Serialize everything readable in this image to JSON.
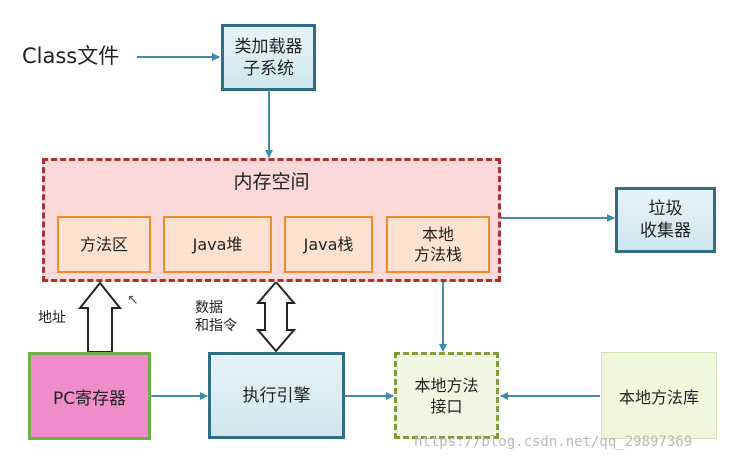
{
  "class_file": "Class文件",
  "class_loader": {
    "line1": "类加载器",
    "line2": "子系统"
  },
  "memory_space": {
    "title": "内存空间",
    "areas": {
      "method_area": "方法区",
      "java_heap": "Java堆",
      "java_stack": "Java栈",
      "native_stack": {
        "line1": "本地",
        "line2": "方法栈"
      }
    }
  },
  "garbage_collector": {
    "line1": "垃圾",
    "line2": "收集器"
  },
  "address_label": "地址",
  "data_label": {
    "line1": "数据",
    "line2": "和指令"
  },
  "pc_register": "PC寄存器",
  "execution_engine": "执行引擎",
  "native_interface": {
    "line1": "本地方法",
    "line2": "接口"
  },
  "native_library": "本地方法库",
  "watermark": "https://blog.csdn.net/qq_29897369",
  "colors": {
    "blue_border": "#2e6f86",
    "memory_bg": "#fbd9d9",
    "memory_border": "#a8332e",
    "orange_border": "#ef8a2f",
    "pc_bg": "#ee8dc9",
    "pc_border": "#6fae4a",
    "interface_border": "#7f9b3c",
    "library_bg": "#f0f7dc",
    "arrow": "#3f8aa6"
  }
}
